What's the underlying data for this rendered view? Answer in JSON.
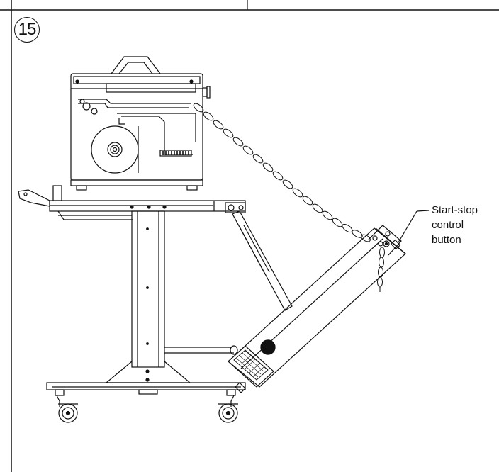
{
  "step": {
    "number": "15"
  },
  "callout": {
    "lines": [
      "Start-stop",
      "control",
      "button"
    ]
  },
  "icons": {
    "machine": "label-printer-on-stand-icon",
    "conveyor": "inclined-conveyor-icon",
    "wheels": "caster-wheel-icon"
  },
  "colors": {
    "line": "#111111",
    "background": "#ffffff"
  }
}
